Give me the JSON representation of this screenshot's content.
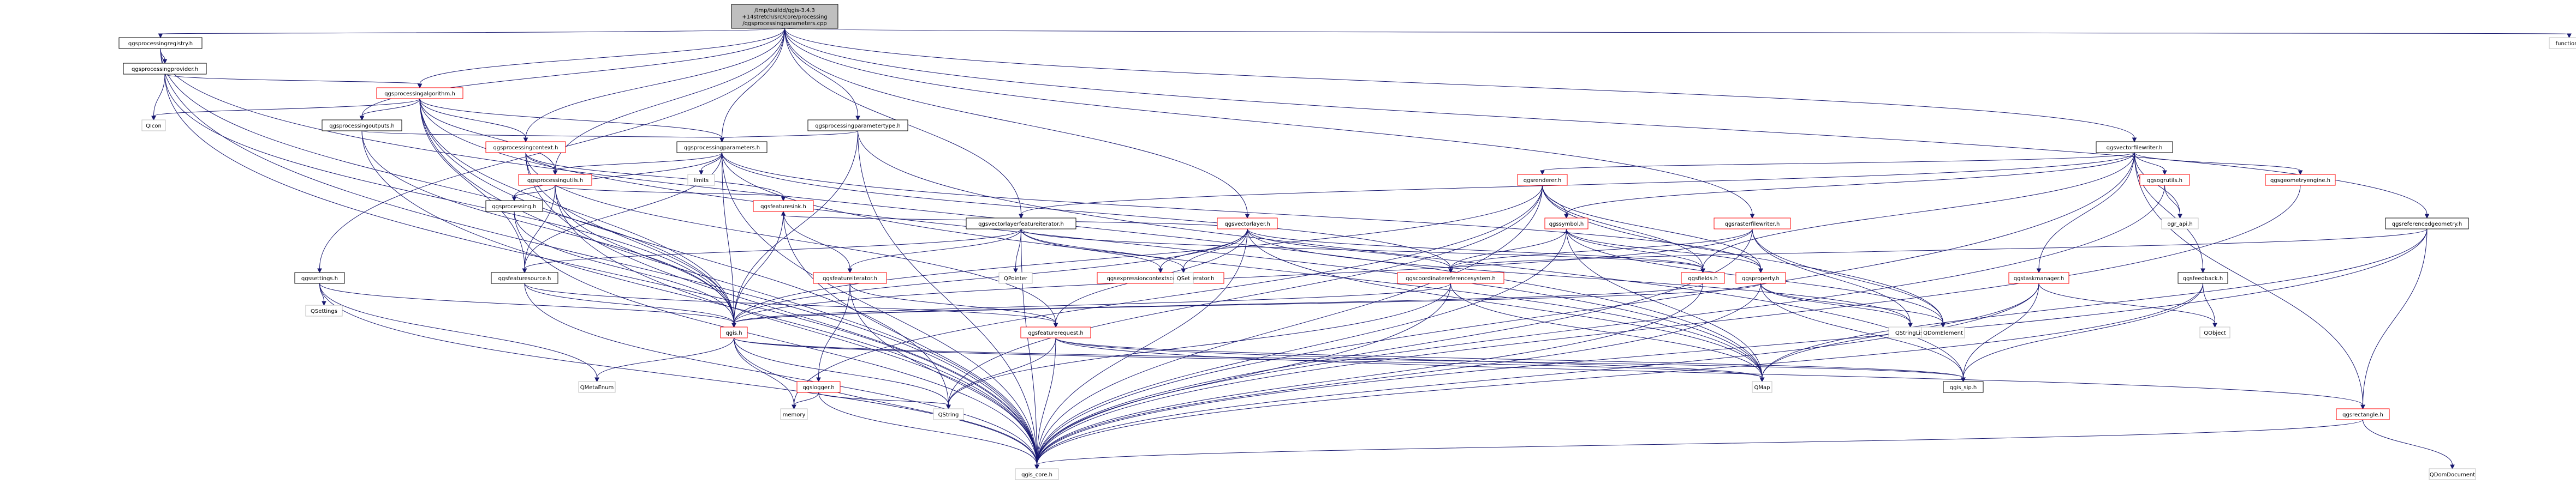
{
  "colors": {
    "edge": "#191970",
    "root_fill": "#bfbfbf",
    "root_border": "#000000",
    "file_border": "#000000",
    "truncated_border": "#ff0000",
    "external_border": "#bfbfbf",
    "text": "#000000"
  },
  "nodes": {
    "root": {
      "kind": "root",
      "lines": [
        "/tmp/buildd/qgis-3.4.3",
        "+14stretch/src/core/processing",
        "/qgsprocessingparameters.cpp"
      ]
    },
    "registry": {
      "kind": "file",
      "lines": [
        "qgsprocessingregistry.h"
      ]
    },
    "functional": {
      "kind": "external",
      "lines": [
        "functional"
      ]
    },
    "provider": {
      "kind": "file",
      "lines": [
        "qgsprocessingprovider.h"
      ]
    },
    "algorithm": {
      "kind": "truncated",
      "lines": [
        "qgsprocessingalgorithm.h"
      ]
    },
    "qicon": {
      "kind": "external",
      "lines": [
        "QIcon"
      ]
    },
    "outputs": {
      "kind": "file",
      "lines": [
        "qgsprocessingoutputs.h"
      ]
    },
    "paramtype": {
      "kind": "file",
      "lines": [
        "qgsprocessingparametertype.h"
      ]
    },
    "context": {
      "kind": "truncated",
      "lines": [
        "qgsprocessingcontext.h"
      ]
    },
    "parameters": {
      "kind": "file",
      "lines": [
        "qgsprocessingparameters.h"
      ]
    },
    "limits": {
      "kind": "external",
      "lines": [
        "limits"
      ]
    },
    "utils_proc": {
      "kind": "truncated",
      "lines": [
        "qgsprocessingutils.h"
      ]
    },
    "processing": {
      "kind": "file",
      "lines": [
        "qgsprocessing.h"
      ]
    },
    "featuresink": {
      "kind": "truncated",
      "lines": [
        "qgsfeaturesink.h"
      ]
    },
    "settings": {
      "kind": "file",
      "lines": [
        "qgssettings.h"
      ]
    },
    "qsettings": {
      "kind": "external",
      "lines": [
        "QSettings"
      ]
    },
    "qgis": {
      "kind": "truncated",
      "lines": [
        "qgis.h"
      ]
    },
    "qmetaenum": {
      "kind": "external",
      "lines": [
        "QMetaEnum"
      ]
    },
    "featuresource": {
      "kind": "file",
      "lines": [
        "qgsfeaturesource.h"
      ]
    },
    "vlfi": {
      "kind": "file",
      "lines": [
        "qgsvectorlayerfeatureiterator.h"
      ]
    },
    "qpointer": {
      "kind": "external",
      "lines": [
        "QPointer"
      ]
    },
    "featureiterator": {
      "kind": "truncated",
      "lines": [
        "qgsfeatureiterator.h"
      ]
    },
    "featurerequest": {
      "kind": "truncated",
      "lines": [
        "qgsfeaturerequest.h"
      ]
    },
    "logger": {
      "kind": "truncated",
      "lines": [
        "qgslogger.h"
      ]
    },
    "memory": {
      "kind": "external",
      "lines": [
        "memory"
      ]
    },
    "qstring": {
      "kind": "external",
      "lines": [
        "QString"
      ]
    },
    "qgscore": {
      "kind": "external",
      "lines": [
        "qgis_core.h"
      ]
    },
    "vectorlayer": {
      "kind": "truncated",
      "lines": [
        "qgsvectorlayer.h"
      ]
    },
    "expcontextgen": {
      "kind": "truncated",
      "lines": [
        "qgsexpressioncontextscopegenerator.h"
      ]
    },
    "qset": {
      "kind": "external",
      "lines": [
        "QSet"
      ]
    },
    "renderer": {
      "kind": "truncated",
      "lines": [
        "qgsrenderer.h"
      ]
    },
    "symbol": {
      "kind": "truncated",
      "lines": [
        "qgssymbol.h"
      ]
    },
    "fields": {
      "kind": "truncated",
      "lines": [
        "qgsfields.h"
      ]
    },
    "property": {
      "kind": "truncated",
      "lines": [
        "qgsproperty.h"
      ]
    },
    "crs": {
      "kind": "truncated",
      "lines": [
        "qgscoordinatereferencesystem.h"
      ]
    },
    "qmap": {
      "kind": "external",
      "lines": [
        "QMap"
      ]
    },
    "qgssip": {
      "kind": "file",
      "lines": [
        "qgis_sip.h"
      ]
    },
    "qstringlist": {
      "kind": "external",
      "lines": [
        "QStringList"
      ]
    },
    "qdomelement": {
      "kind": "external",
      "lines": [
        "QDomElement"
      ]
    },
    "rasterfilewriter": {
      "kind": "truncated",
      "lines": [
        "qgsrasterfilewriter.h"
      ]
    },
    "vectorfilewriter": {
      "kind": "file",
      "lines": [
        "qgsvectorfilewriter.h"
      ]
    },
    "ogrutils": {
      "kind": "truncated",
      "lines": [
        "qgsogrutils.h"
      ]
    },
    "ograpi": {
      "kind": "external",
      "lines": [
        "ogr_api.h"
      ]
    },
    "geomengine": {
      "kind": "truncated",
      "lines": [
        "qgsgeometryengine.h"
      ]
    },
    "refgeom": {
      "kind": "file",
      "lines": [
        "qgsreferencedgeometry.h"
      ]
    },
    "taskmanager": {
      "kind": "truncated",
      "lines": [
        "qgstaskmanager.h"
      ]
    },
    "feedback": {
      "kind": "file",
      "lines": [
        "qgsfeedback.h"
      ]
    },
    "qobject": {
      "kind": "external",
      "lines": [
        "QObject"
      ]
    },
    "rectangle": {
      "kind": "truncated",
      "lines": [
        "qgsrectangle.h"
      ]
    },
    "qdomdocument": {
      "kind": "external",
      "lines": [
        "QDomDocument"
      ]
    }
  },
  "edges": [
    [
      "root",
      "registry"
    ],
    [
      "root",
      "functional"
    ],
    [
      "root",
      "algorithm"
    ],
    [
      "root",
      "context"
    ],
    [
      "root",
      "parameters"
    ],
    [
      "root",
      "outputs"
    ],
    [
      "root",
      "paramtype"
    ],
    [
      "root",
      "utils_proc"
    ],
    [
      "root",
      "vlfi"
    ],
    [
      "root",
      "vectorlayer"
    ],
    [
      "root",
      "rasterfilewriter"
    ],
    [
      "root",
      "vectorfilewriter"
    ],
    [
      "root",
      "refgeom"
    ],
    [
      "root",
      "settings"
    ],
    [
      "registry",
      "provider"
    ],
    [
      "registry",
      "qgscore"
    ],
    [
      "registry",
      "qgis"
    ],
    [
      "registry",
      "qmap"
    ],
    [
      "provider",
      "algorithm"
    ],
    [
      "provider",
      "qicon"
    ],
    [
      "provider",
      "qgscore"
    ],
    [
      "provider",
      "qgis"
    ],
    [
      "algorithm",
      "qicon"
    ],
    [
      "algorithm",
      "outputs"
    ],
    [
      "algorithm",
      "context"
    ],
    [
      "algorithm",
      "parameters"
    ],
    [
      "algorithm",
      "utils_proc"
    ],
    [
      "algorithm",
      "qgscore"
    ],
    [
      "algorithm",
      "qgis"
    ],
    [
      "algorithm",
      "featuresource"
    ],
    [
      "algorithm",
      "qstring"
    ],
    [
      "algorithm",
      "qmap"
    ],
    [
      "outputs",
      "parameters"
    ],
    [
      "outputs",
      "qgscore"
    ],
    [
      "outputs",
      "qgis"
    ],
    [
      "paramtype",
      "parameters"
    ],
    [
      "paramtype",
      "qgis"
    ],
    [
      "paramtype",
      "qgssip"
    ],
    [
      "paramtype",
      "qgscore"
    ],
    [
      "context",
      "utils_proc"
    ],
    [
      "context",
      "featuresink"
    ],
    [
      "context",
      "qgis"
    ],
    [
      "context",
      "qgscore"
    ],
    [
      "context",
      "featurerequest"
    ],
    [
      "parameters",
      "limits"
    ],
    [
      "parameters",
      "utils_proc"
    ],
    [
      "parameters",
      "processing"
    ],
    [
      "parameters",
      "featuresource"
    ],
    [
      "parameters",
      "qgis"
    ],
    [
      "parameters",
      "qgscore"
    ],
    [
      "parameters",
      "property"
    ],
    [
      "parameters",
      "crs"
    ],
    [
      "parameters",
      "qmap"
    ],
    [
      "utils_proc",
      "processing"
    ],
    [
      "utils_proc",
      "featuresource"
    ],
    [
      "utils_proc",
      "featuresink"
    ],
    [
      "utils_proc",
      "qgscore"
    ],
    [
      "utils_proc",
      "qgis"
    ],
    [
      "processing",
      "qgis"
    ],
    [
      "processing",
      "qgscore"
    ],
    [
      "featuresink",
      "qgis"
    ],
    [
      "featuresink",
      "qgscore"
    ],
    [
      "featuresink",
      "featureiterator"
    ],
    [
      "featuresource",
      "qgis"
    ],
    [
      "featuresource",
      "qgscore"
    ],
    [
      "featuresource",
      "featurerequest"
    ],
    [
      "settings",
      "qsettings"
    ],
    [
      "settings",
      "qmetaenum"
    ],
    [
      "settings",
      "qgis"
    ],
    [
      "settings",
      "qgscore"
    ],
    [
      "qgis",
      "qmetaenum"
    ],
    [
      "qgis",
      "memory"
    ],
    [
      "qgis",
      "qstring"
    ],
    [
      "qgis",
      "qgscore"
    ],
    [
      "qgis",
      "qmap"
    ],
    [
      "qgis",
      "qgssip"
    ],
    [
      "vlfi",
      "featureiterator"
    ],
    [
      "vlfi",
      "fields"
    ],
    [
      "vlfi",
      "qpointer"
    ],
    [
      "vlfi",
      "qset"
    ],
    [
      "vlfi",
      "expcontextgen"
    ],
    [
      "vlfi",
      "qgscore"
    ],
    [
      "vlfi",
      "featuresource"
    ],
    [
      "featureiterator",
      "featurerequest"
    ],
    [
      "featureiterator",
      "logger"
    ],
    [
      "featureiterator",
      "qgscore"
    ],
    [
      "featurerequest",
      "qgscore"
    ],
    [
      "featurerequest",
      "qgssip"
    ],
    [
      "featurerequest",
      "qmap"
    ],
    [
      "featurerequest",
      "qstring"
    ],
    [
      "featurerequest",
      "rectangle"
    ],
    [
      "logger",
      "qgscore"
    ],
    [
      "logger",
      "qstring"
    ],
    [
      "logger",
      "memory"
    ],
    [
      "vectorlayer",
      "qgis"
    ],
    [
      "vectorlayer",
      "qset"
    ],
    [
      "vectorlayer",
      "qstringlist"
    ],
    [
      "vectorlayer",
      "qmap"
    ],
    [
      "vectorlayer",
      "featuresink"
    ],
    [
      "vectorlayer",
      "fields"
    ],
    [
      "vectorlayer",
      "expcontextgen"
    ],
    [
      "vectorlayer",
      "crs"
    ],
    [
      "vectorlayer",
      "qgscore"
    ],
    [
      "vectorlayer",
      "featurerequest"
    ],
    [
      "renderer",
      "qgis"
    ],
    [
      "renderer",
      "fields"
    ],
    [
      "renderer",
      "symbol"
    ],
    [
      "renderer",
      "qstring"
    ],
    [
      "renderer",
      "qdomelement"
    ],
    [
      "renderer",
      "qgscore"
    ],
    [
      "renderer",
      "memory"
    ],
    [
      "renderer",
      "property"
    ],
    [
      "symbol",
      "property"
    ],
    [
      "symbol",
      "fields"
    ],
    [
      "symbol",
      "qmap"
    ],
    [
      "symbol",
      "qgscore"
    ],
    [
      "symbol",
      "qdomelement"
    ],
    [
      "symbol",
      "crs"
    ],
    [
      "fields",
      "qgscore"
    ],
    [
      "fields",
      "qgis"
    ],
    [
      "property",
      "qgssip"
    ],
    [
      "property",
      "qgscore"
    ],
    [
      "property",
      "qdomelement"
    ],
    [
      "property",
      "qstringlist"
    ],
    [
      "property",
      "qgis"
    ],
    [
      "crs",
      "qgis"
    ],
    [
      "crs",
      "qgscore"
    ],
    [
      "crs",
      "qstring"
    ],
    [
      "crs",
      "qmap"
    ],
    [
      "rasterfilewriter",
      "crs"
    ],
    [
      "rasterfilewriter",
      "qdomelement"
    ],
    [
      "rasterfilewriter",
      "qstringlist"
    ],
    [
      "rasterfilewriter",
      "qgscore"
    ],
    [
      "rasterfilewriter",
      "qgis"
    ],
    [
      "vectorfilewriter",
      "renderer"
    ],
    [
      "vectorfilewriter",
      "symbol"
    ],
    [
      "vectorfilewriter",
      "fields"
    ],
    [
      "vectorfilewriter",
      "ogrutils"
    ],
    [
      "vectorfilewriter",
      "ograpi"
    ],
    [
      "vectorfilewriter",
      "geomengine"
    ],
    [
      "vectorfilewriter",
      "taskmanager"
    ],
    [
      "vectorfilewriter",
      "feedback"
    ],
    [
      "vectorfilewriter",
      "qgscore"
    ],
    [
      "vectorfilewriter",
      "vlfi"
    ],
    [
      "vectorfilewriter",
      "rectangle"
    ],
    [
      "ogrutils",
      "ograpi"
    ],
    [
      "ogrutils",
      "qgscore"
    ],
    [
      "geomengine",
      "qgscore"
    ],
    [
      "refgeom",
      "rectangle"
    ],
    [
      "refgeom",
      "crs"
    ],
    [
      "refgeom",
      "qgscore"
    ],
    [
      "refgeom",
      "qmap"
    ],
    [
      "taskmanager",
      "qobject"
    ],
    [
      "taskmanager",
      "qgscore"
    ],
    [
      "taskmanager",
      "qmap"
    ],
    [
      "taskmanager",
      "qgssip"
    ],
    [
      "feedback",
      "qobject"
    ],
    [
      "feedback",
      "qgscore"
    ],
    [
      "feedback",
      "qgssip"
    ],
    [
      "rectangle",
      "qgscore"
    ],
    [
      "rectangle",
      "qdomdocument"
    ]
  ]
}
